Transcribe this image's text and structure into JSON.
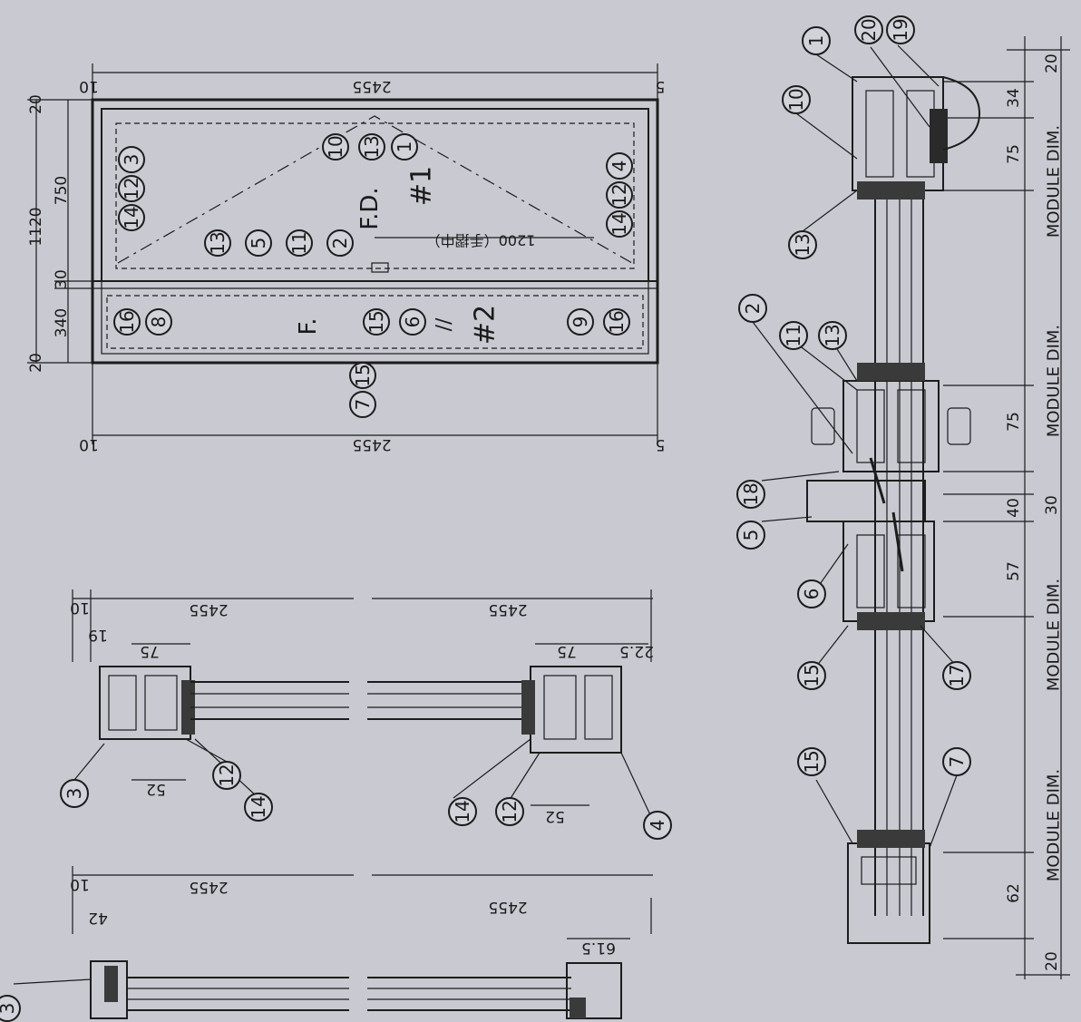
{
  "elevation": {
    "overall_dims": [
      "1120",
      "2455",
      "2455"
    ],
    "height_dims": [
      "20",
      "750",
      "30",
      "340",
      "20"
    ],
    "small_dims": [
      "10",
      "10",
      "5",
      "5"
    ],
    "panel1": {
      "type": "F.D.",
      "mark": "#1",
      "bubbles": [
        "10",
        "13",
        "1"
      ],
      "handle_note": "1200（手摺中）"
    },
    "panel2": {
      "type": "F.",
      "mark": "#2",
      "slashes": "//",
      "bubbles": [
        "15",
        "6"
      ]
    },
    "left_bubbles": [
      "14",
      "12",
      "3",
      "13",
      "5",
      "11",
      "2",
      "16",
      "8"
    ],
    "right_bubbles": [
      "4",
      "12",
      "14",
      "9",
      "16"
    ],
    "bottom_bubbles": [
      "15",
      "7"
    ]
  },
  "section_a": {
    "dims": [
      "2455",
      "2455",
      "19",
      "10",
      "75",
      "52",
      "75",
      "22.5",
      "52"
    ],
    "bubbles": [
      "3",
      "12",
      "14",
      "14",
      "12",
      "4"
    ]
  },
  "section_b": {
    "dims": [
      "2455",
      "2455",
      "42",
      "10",
      "61.5"
    ],
    "bubbles": [
      "3"
    ]
  },
  "horizontal_section": {
    "module_label": "MODULE DIM.",
    "dims": [
      "20",
      "34",
      "75",
      "75",
      "30",
      "40",
      "57",
      "62",
      "20"
    ],
    "bubbles": [
      "1",
      "20",
      "19",
      "10",
      "13",
      "2",
      "11",
      "13",
      "18",
      "5",
      "6",
      "15",
      "17",
      "15",
      "7"
    ]
  }
}
